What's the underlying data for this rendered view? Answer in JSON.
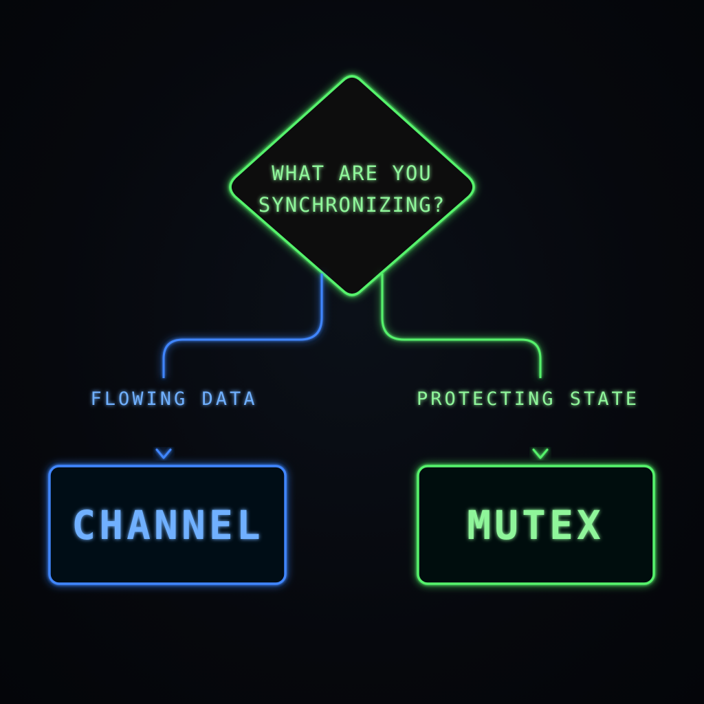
{
  "decision": {
    "line1": "WHAT ARE YOU",
    "line2": "SYNCHRONIZING?"
  },
  "branches": {
    "left": {
      "edge_label": "FLOWING DATA",
      "box_label": "CHANNEL"
    },
    "right": {
      "edge_label": "PROTECTING STATE",
      "box_label": "MUTEX"
    }
  },
  "colors": {
    "background": "#05070c",
    "green": "#57f26c",
    "green_text": "#8ff59a",
    "blue": "#3f86ff",
    "blue_text": "#6fb0ff"
  }
}
